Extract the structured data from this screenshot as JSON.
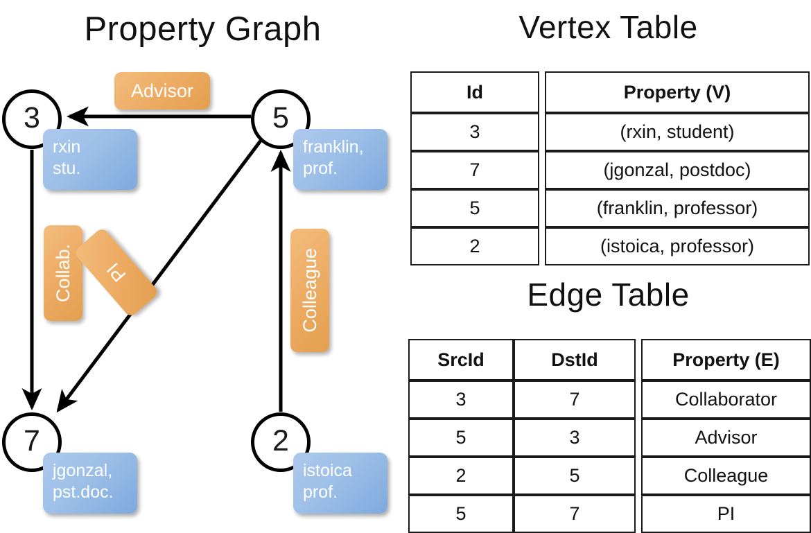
{
  "titles": {
    "property_graph": "Property Graph",
    "vertex_table": "Vertex Table",
    "edge_table": "Edge Table"
  },
  "colors": {
    "node_fill": "#ffffff",
    "node_stroke": "#000000",
    "property_box_blue": "#9ec0e8",
    "label_box_orange": "#eead66",
    "vertex_table_highlight": "#d5e1f3",
    "edge_table_highlight": "#f3dfc6",
    "text_dark": "#111111"
  },
  "graph": {
    "nodes": [
      {
        "id": "3",
        "property_lines": [
          "rxin",
          "stu."
        ]
      },
      {
        "id": "5",
        "property_lines": [
          "franklin,",
          "prof."
        ]
      },
      {
        "id": "7",
        "property_lines": [
          "jgonzal,",
          "pst.doc."
        ]
      },
      {
        "id": "2",
        "property_lines": [
          "istoica",
          "prof."
        ]
      }
    ],
    "edge_labels": [
      {
        "name": "advisor",
        "text": "Advisor"
      },
      {
        "name": "collab",
        "text": "Collab."
      },
      {
        "name": "pi",
        "text": "PI"
      },
      {
        "name": "colleague",
        "text": "Colleague"
      }
    ],
    "edges": [
      {
        "src": "5",
        "dst": "3",
        "label": "Advisor"
      },
      {
        "src": "3",
        "dst": "7",
        "label": "Collab."
      },
      {
        "src": "5",
        "dst": "7",
        "label": "PI"
      },
      {
        "src": "2",
        "dst": "5",
        "label": "Colleague"
      }
    ]
  },
  "vertex_table": {
    "headers": [
      "Id",
      "Property (V)"
    ],
    "rows": [
      {
        "id": "3",
        "property": "(rxin, student)"
      },
      {
        "id": "7",
        "property": "(jgonzal, postdoc)"
      },
      {
        "id": "5",
        "property": "(franklin, professor)"
      },
      {
        "id": "2",
        "property": "(istoica, professor)"
      }
    ]
  },
  "edge_table": {
    "headers": [
      "SrcId",
      "DstId",
      "Property (E)"
    ],
    "rows": [
      {
        "src": "3",
        "dst": "7",
        "property": "Collaborator"
      },
      {
        "src": "5",
        "dst": "3",
        "property": "Advisor"
      },
      {
        "src": "2",
        "dst": "5",
        "property": "Colleague"
      },
      {
        "src": "5",
        "dst": "7",
        "property": "PI"
      }
    ]
  }
}
